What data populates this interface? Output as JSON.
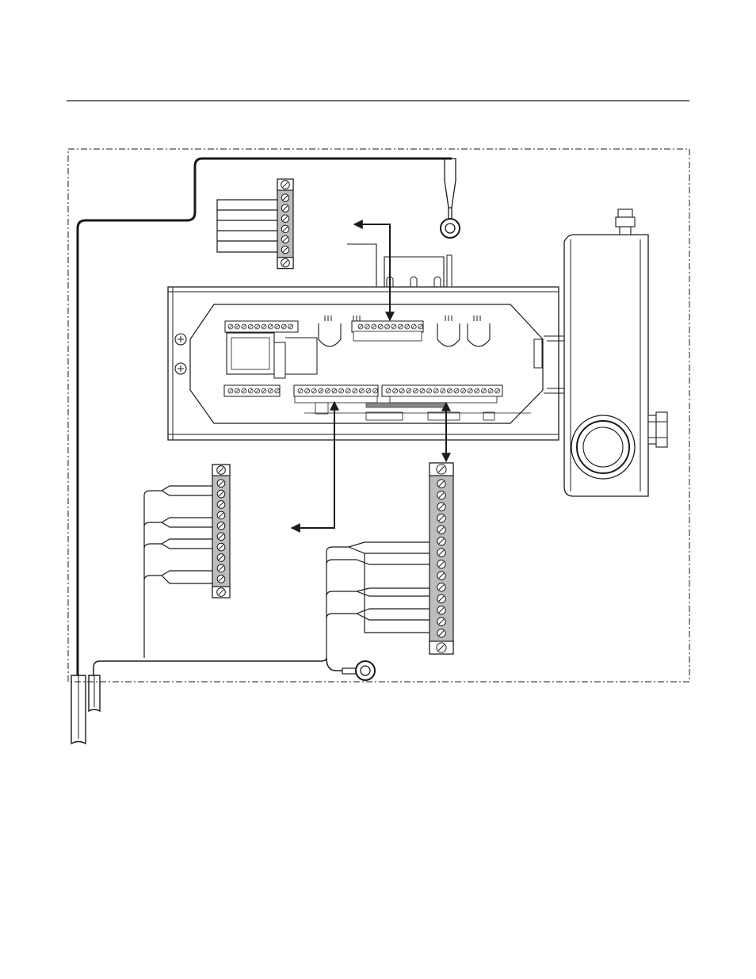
{
  "page": {
    "header_rule": true,
    "dashed_boundary": true,
    "background": "#ffffff",
    "line_color": "#1a1a1a",
    "terminal_fill": "#bdbdbd"
  },
  "terminal_blocks": [
    {
      "id": "tb-top",
      "terminals": 6
    },
    {
      "id": "tb-left",
      "terminals": 10
    },
    {
      "id": "tb-right",
      "terminals": 14
    }
  ],
  "callout_arrows": 3,
  "ground_lugs": 2,
  "cables": 2
}
